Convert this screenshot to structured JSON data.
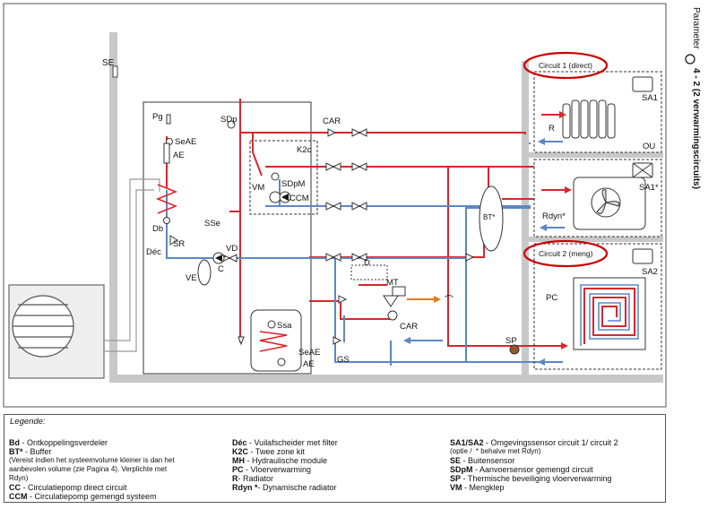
{
  "diagram": {
    "labels": {
      "SE": "SE",
      "Pg": "Pg",
      "SDp": "SDp",
      "CAR_top": "CAR",
      "K2C": "K2c",
      "SeAE": "SeAE",
      "AE": "AE",
      "VM": "VM",
      "SDpM": "SDpM",
      "CCM": "CCM",
      "Db": "Db",
      "SR": "SR",
      "Dec": "Déc",
      "SSe": "SSe",
      "VD": "VD",
      "C": "C",
      "VE": "VE",
      "D": "D",
      "MT": "MT",
      "CAR_bottom": "CAR",
      "Ssa": "Ssa",
      "SeAE2": "SeAE",
      "AE2": "AE",
      "GS": "GS",
      "BT": "BT*",
      "SP": "SP",
      "circuit1": "Circuit 1 (direct)",
      "circuit2": "Circuit 2 (meng)",
      "SA1": "SA1",
      "SA1star": "SA1*",
      "SA2": "SA2",
      "R": "R",
      "OU": "OU",
      "Rdyn": "Rdyn*",
      "PC": "PC"
    },
    "colors": {
      "hot": "#d9262c",
      "cold": "#5b87c5",
      "frame": "#b8b8b8",
      "highlight": "#cc0000",
      "tap": "#e07a20"
    }
  },
  "side_text": {
    "line1": "Parameter",
    "line2": "4 - 2 (2 verwarmingscircuits)"
  },
  "legend": {
    "title": "Legende:",
    "col1": [
      {
        "key": "Bd",
        "text": " - Ontkoppelingsverdeler"
      },
      {
        "key": "BT*",
        "text": " - Buffer"
      },
      {
        "key": "",
        "text": "(Vereist indien het systeemvolume kleiner is dan het"
      },
      {
        "key": "",
        "text": "aanbevolen volume (zie Pagina 4). Verplichte met"
      },
      {
        "key": "",
        "text": "Rdyn)"
      },
      {
        "key": "CC",
        "text": " - Circulatiepomp direct circuit"
      },
      {
        "key": "CCM",
        "text": " - Circulatiepomp gemengd systeem"
      }
    ],
    "col2": [
      {
        "key": "Déc",
        "text": " - Vuilafscheider met filter"
      },
      {
        "key": "K2C",
        "text": " - Twee zone kit"
      },
      {
        "key": "MH",
        "text": " - Hydraulische module"
      },
      {
        "key": "PC",
        "text": " - Vloerverwarming"
      },
      {
        "key": "R",
        "text": "- Radiator"
      },
      {
        "key": "Rdyn *",
        "text": "- Dynamische radiator"
      }
    ],
    "col3": [
      {
        "key": "SA1/SA2",
        "text": " - Omgevingssensor circuit 1/ circuit 2"
      },
      {
        "key": "",
        "text": "(optie /  * behalve met Rdyn)"
      },
      {
        "key": "SE",
        "text": " - Buitensensor"
      },
      {
        "key": "SDpM",
        "text": " - Aanvoersensor gemengd circuit"
      },
      {
        "key": "SP",
        "text": " - Thermische beveiliging vloerverwarming"
      },
      {
        "key": "VM",
        "text": " - Mengklep"
      }
    ]
  }
}
